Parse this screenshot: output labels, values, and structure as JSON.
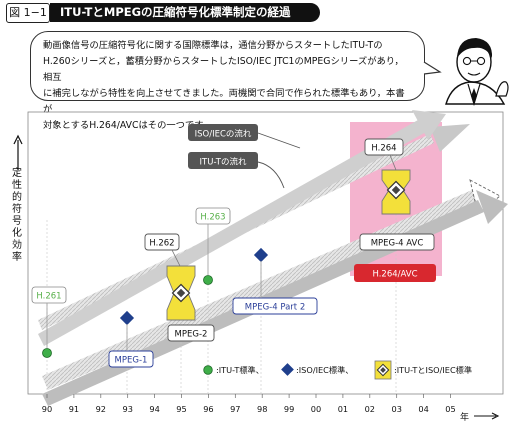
{
  "header": {
    "figure_tag": "図 1−1",
    "title": "ITU-TとMPEGの圧縮符号化標準制定の経過"
  },
  "intro": {
    "lines": [
      "動画像信号の圧縮符号化に関する国際標準は，通信分野からスタートしたITU-Tの",
      "H.260シリーズと，蓄積分野からスタートしたISO/IEC  JTC1のMPEGシリーズがあり，相互",
      "に補完しながら特性を向上させてきました。両機関で合同で作られた標準もあり，本書が",
      "対象とするH.264/AVCはその一つです。"
    ]
  },
  "axis": {
    "y_label": "定性的符号化効率",
    "x_label": "年",
    "x_ticks": [
      "90",
      "91",
      "92",
      "93",
      "94",
      "95",
      "96",
      "97",
      "98",
      "99",
      "00",
      "01",
      "02",
      "03",
      "04",
      "05"
    ]
  },
  "streams": {
    "iso": "ISO/IECの流れ",
    "itu": "ITU-Tの流れ"
  },
  "standards": {
    "h261": "H.261",
    "h262": "H.262",
    "h263": "H.263",
    "h264": "H.264",
    "mpeg1": "MPEG-1",
    "mpeg2": "MPEG-2",
    "mpeg4_part2": "MPEG-4 Part 2",
    "mpeg4_avc": "MPEG-4 AVC",
    "h264_avc": "H.264/AVC"
  },
  "legend": {
    "itu": ":ITU-T標準、",
    "iso": ":ISO/IEC標準、",
    "joint": ":ITU-TとISO/IEC標準"
  },
  "colors": {
    "itu_marker": "#3fae49",
    "iso_marker": "#1f3f8c",
    "joint_fill": "#f3e03a",
    "pink": "#f2a6c6",
    "red_label": "#d8282f",
    "band": "#c8c8c8",
    "itu_label_text": "#58b04a",
    "iso_label_border": "#2b3f99"
  },
  "chart_data": {
    "type": "scatter",
    "x_unit": "year (2-digit)",
    "series": [
      {
        "name": "ITU-T",
        "points": [
          {
            "x": "90",
            "label": "H.261"
          },
          {
            "x": "96",
            "label": "H.263"
          }
        ]
      },
      {
        "name": "ISO/IEC",
        "points": [
          {
            "x": "93",
            "label": "MPEG-1"
          },
          {
            "x": "98",
            "label": "MPEG-4 Part 2"
          }
        ]
      },
      {
        "name": "ITU-T and ISO/IEC",
        "points": [
          {
            "x": "95",
            "label": "H.262 / MPEG-2"
          },
          {
            "x": "03",
            "label": "H.264 / MPEG-4 AVC"
          }
        ]
      }
    ]
  }
}
